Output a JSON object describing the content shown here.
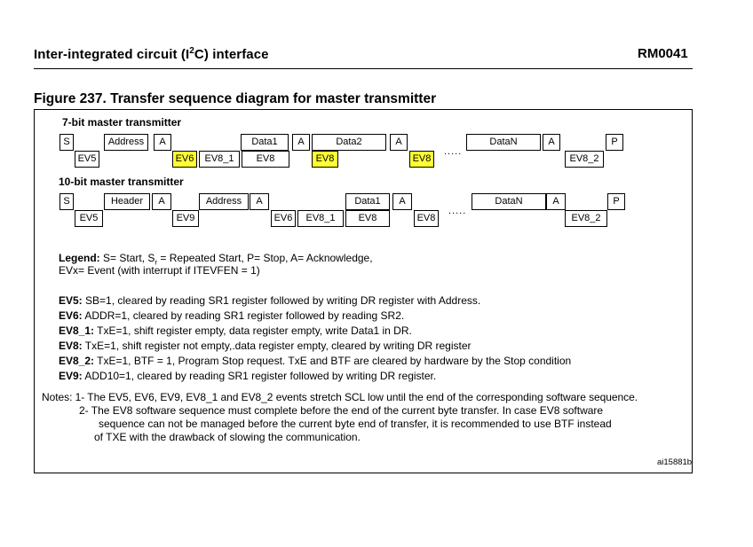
{
  "header": {
    "title_pre": "Inter-integrated circuit (I",
    "title_sup": "2",
    "title_post": "C) interface",
    "doc_ref": "RM0041"
  },
  "figure": {
    "title": "Figure 237. Transfer sequence diagram for master transmitter",
    "id": "ai15881b"
  },
  "seven_bit": {
    "title": "7-bit master transmitter",
    "top": [
      {
        "label": "S"
      },
      {
        "label": "Address"
      },
      {
        "label": "A"
      },
      {
        "label": "Data1"
      },
      {
        "label": "A"
      },
      {
        "label": "Data2"
      },
      {
        "label": "A"
      },
      {
        "label": "DataN"
      },
      {
        "label": "A"
      },
      {
        "label": "P"
      }
    ],
    "bottom": [
      {
        "label": "EV5",
        "hl": false
      },
      {
        "label": "EV6",
        "hl": true
      },
      {
        "label": "EV8_1",
        "hl": false
      },
      {
        "label": "EV8",
        "hl": false
      },
      {
        "label": "EV8",
        "hl": true
      },
      {
        "label": "EV8",
        "hl": true
      },
      {
        "label": "EV8_2",
        "hl": false
      }
    ],
    "dots": "....."
  },
  "ten_bit": {
    "title": "10-bit master transmitter",
    "top": [
      {
        "label": "S"
      },
      {
        "label": "Header"
      },
      {
        "label": "A"
      },
      {
        "label": "Address"
      },
      {
        "label": "A"
      },
      {
        "label": "Data1"
      },
      {
        "label": "A"
      },
      {
        "label": "DataN"
      },
      {
        "label": "A"
      },
      {
        "label": "P"
      }
    ],
    "bottom": [
      {
        "label": "EV5"
      },
      {
        "label": "EV9"
      },
      {
        "label": "EV6"
      },
      {
        "label": "EV8_1"
      },
      {
        "label": "EV8"
      },
      {
        "label": "EV8"
      },
      {
        "label": "EV8_2"
      }
    ],
    "dots": "....."
  },
  "legend": {
    "label": "Legend:",
    "line1_a": " S= Start, S",
    "line1_sub": "r",
    "line1_b": " = Repeated Start, P= Stop, A= Acknowledge,",
    "line2_a": "EVx",
    "line2_b": "= Event (with interrupt if ITEVFEN = 1)"
  },
  "events": [
    {
      "key": "EV5:",
      "text": " SB=1, cleared by reading SR1 register followed by writing DR register with Address."
    },
    {
      "key": "EV6:",
      "text": " ADDR=1, cleared by reading SR1 register followed by reading SR2."
    },
    {
      "key": "EV8_1:",
      "text": " TxE=1, shift register empty, data register empty, write Data1 in DR."
    },
    {
      "key": "EV8:",
      "text": " TxE=1, shift register not empty,.data register empty, cleared by writing DR register"
    },
    {
      "key": "EV8_2:",
      "text": " TxE=1, BTF = 1, Program Stop request. TxE and BTF are cleared by hardware by the Stop condition"
    },
    {
      "key": "EV9:",
      "text": " ADD10=1, cleared by reading SR1 register followed by writing DR register."
    }
  ],
  "notes": {
    "line1": "Notes: 1- The EV5, EV6, EV9, EV8_1 and EV8_2 events stretch SCL low until the end of the corresponding software sequence.",
    "line2": "2- The EV8 software sequence must complete before the end of the current byte transfer. In case EV8 software",
    "line3": "sequence can not be managed before the current byte end of transfer, it is recommended to use BTF instead",
    "line4": "of TXE with the drawback of slowing the communication."
  }
}
